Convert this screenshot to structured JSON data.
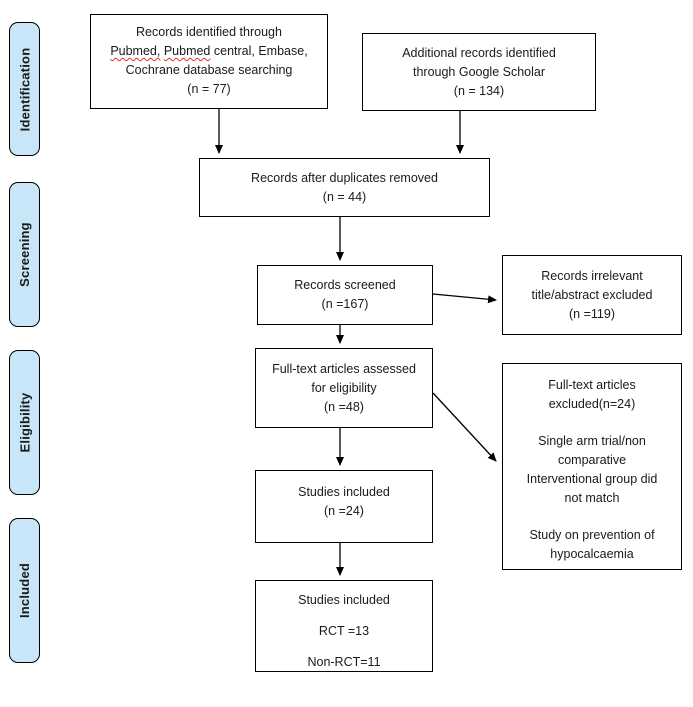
{
  "colors": {
    "stage_fill": "#c7e6f7",
    "stage_border": "#000000",
    "box_border": "#000000",
    "arrow_color": "#000000",
    "spell_color": "#e0341f"
  },
  "stages": [
    {
      "label": "Identification"
    },
    {
      "label": "Screening"
    },
    {
      "label": "Eligibility"
    },
    {
      "label": "Included"
    }
  ],
  "boxes": {
    "identified": {
      "line1": "Records identified through",
      "word1": "Pubmed,",
      "word2": "Pubmed",
      "line2_rest": "central, Embase,",
      "line3": "Cochrane database searching",
      "line4": "(n = 77)"
    },
    "additional": {
      "lines": [
        "Additional records identified",
        "through Google Scholar",
        "(n = 134)"
      ]
    },
    "duplicates": {
      "lines": [
        "Records after duplicates removed",
        "(n = 44)"
      ]
    },
    "screened": {
      "lines": [
        "Records screened",
        "(n =167)"
      ]
    },
    "irrelevant": {
      "lines": [
        "Records irrelevant",
        "title/abstract excluded",
        "(n =119)"
      ]
    },
    "fulltext": {
      "lines": [
        "Full-text articles assessed",
        "for eligibility",
        "(n =48)"
      ]
    },
    "excluded": {
      "para1": [
        "Full-text articles",
        "excluded(n=24)"
      ],
      "para2": [
        "Single arm trial/non",
        "comparative",
        "Interventional group did",
        "not match"
      ],
      "para3": [
        "Study on prevention of",
        "hypocalcaemia"
      ]
    },
    "included": {
      "lines": [
        "Studies included",
        "(n =24)"
      ]
    },
    "final": {
      "lines": [
        "Studies included",
        "RCT =13",
        "Non-RCT=11"
      ]
    }
  }
}
